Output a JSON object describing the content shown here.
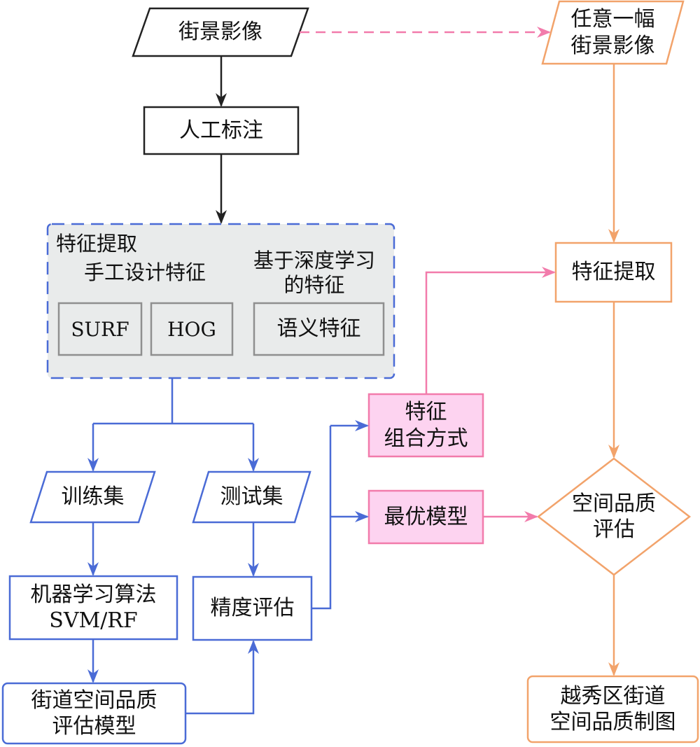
{
  "colors": {
    "black": "#222222",
    "blue": "#4a6bd6",
    "orange": "#f2a36b",
    "pink": "#f27bab",
    "pink_fill": "#fdd3f0",
    "grey_fill": "#e9ebeb",
    "grey_border": "#8f8f8f"
  },
  "nodes": {
    "street_image": "街景影像",
    "manual_label": "人工标注",
    "feature_panel_title": "特征提取",
    "handcrafted_title": "手工设计特征",
    "deep_title_line1": "基于深度学习",
    "deep_title_line2": "的特征",
    "surf": "SURF",
    "hog": "HOG",
    "semantic": "语义特征",
    "train_set": "训练集",
    "test_set": "测试集",
    "ml_line1": "机器学习算法",
    "ml_line2": "SVM/RF",
    "model_line1": "街道空间品质",
    "model_line2": "评估模型",
    "accuracy": "精度评估",
    "combo_line1": "特征",
    "combo_line2": "组合方式",
    "best_model": "最优模型",
    "any_line1": "任意一幅",
    "any_line2": "街景影像",
    "feature_extract": "特征提取",
    "assess_line1": "空间品质",
    "assess_line2": "评估",
    "map_line1": "越秀区街道",
    "map_line2": "空间品质制图"
  }
}
